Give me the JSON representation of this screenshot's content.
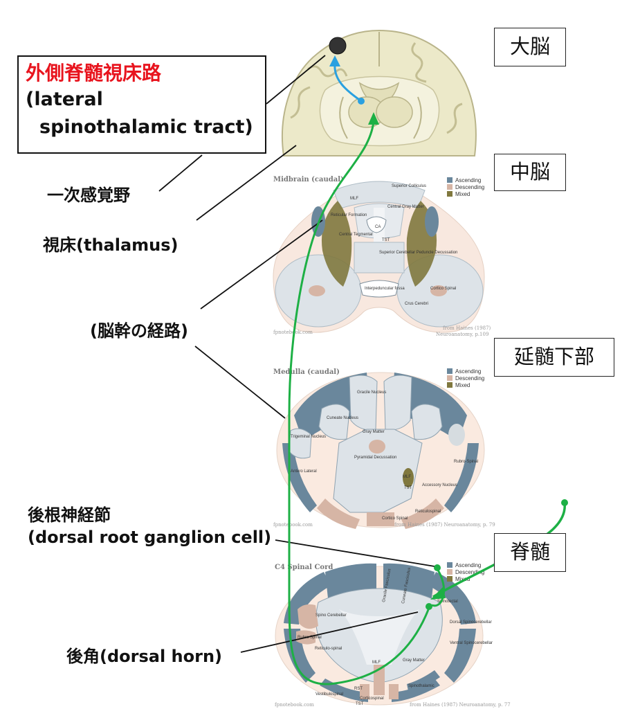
{
  "title_box": {
    "jp": "外側脊髄視床路",
    "en_line1": "(lateral",
    "en_line2": "spinothalamic tract)"
  },
  "region_labels": {
    "cerebrum": "大脳",
    "midbrain": "中脳",
    "medulla": "延髄下部",
    "spinal": "脊髄"
  },
  "pointer_labels": {
    "cortex": "一次感覚野",
    "thalamus": "視床(thalamus)",
    "brainstem": "(脳幹の経路)",
    "drg_jp": "後根神経節",
    "drg_en": "(dorsal root ganglion cell)",
    "dorsal_horn": "後角(dorsal horn)"
  },
  "sections": {
    "midbrain": {
      "title": "Midbrain (caudal)",
      "credit1": "from Haines (1987)",
      "credit2": "Neuroanatomy, p.109",
      "source": "fpnotebook.com",
      "labels": {
        "superior_colliculus": "Superior Colliculus",
        "central_gray": "Central Gray Matter",
        "mlf": "MLF",
        "reticular": "Reticular Formation",
        "central_tegmental": "Central Tegmental",
        "scpd": "Superior Cerebellar Peduncle Decussation",
        "interpeduncular": "Interpeduncular fossa",
        "crus": "Crus Cerebri",
        "cortico": "Cortico Spinal",
        "ca": "CA",
        "tst": "TST"
      }
    },
    "medulla": {
      "title": "Medulla (caudal)",
      "credit": "from Haines (1987) Neuroanatomy, p. 79",
      "source": "fpnotebook.com",
      "labels": {
        "gracile": "Gracile Nucleus",
        "cuneate": "Cuneate Nucleus",
        "trigeminal": "Trigeminal Nucleus",
        "gray": "Gray Matter",
        "pyramidal": "Pyramidal Decussation",
        "rubro": "Rubro-Spinal",
        "antero": "Antero Lateral",
        "accessory": "Accessory Nucleus",
        "reticulospinal": "Reticulospinal",
        "cortico": "Cortico Spinal",
        "mlf": "MLF",
        "tst": "TST"
      }
    },
    "spinal": {
      "title": "C4 Spinal Cord",
      "credit": "from Haines (1987) Neuroanatomy, p. 77",
      "source": "fpnotebook.com",
      "labels": {
        "gracile": "Gracile Fasciculus",
        "cuneate": "Cuneate Fasciculus",
        "spino_cer": "Spino Cerebellar",
        "rubro": "Rubro Spinal",
        "reticulo": "Reticulo-spinal",
        "gray": "Gray Matter",
        "mlf": "MLF",
        "rst": "RST",
        "tst": "TST",
        "cortico": "Corticospinal",
        "vestibulo": "Vestibulospinal",
        "spinothalamic": "Spinothalamic",
        "spinotectal": "Spinotectal",
        "dorsal_spino": "Dorsal Spinocerebellar",
        "ventral_spino": "Ventral Spinocerebellar"
      }
    }
  },
  "legend": {
    "ascending": "Ascending",
    "descending": "Descending",
    "mixed": "Mixed"
  },
  "colors": {
    "ascending": "#6a879c",
    "descending": "#d6b5a5",
    "mixed": "#80783e",
    "pathway": "#1db045",
    "thalamic_projection": "#2aa0e0",
    "highlight_text": "#e8141e"
  }
}
